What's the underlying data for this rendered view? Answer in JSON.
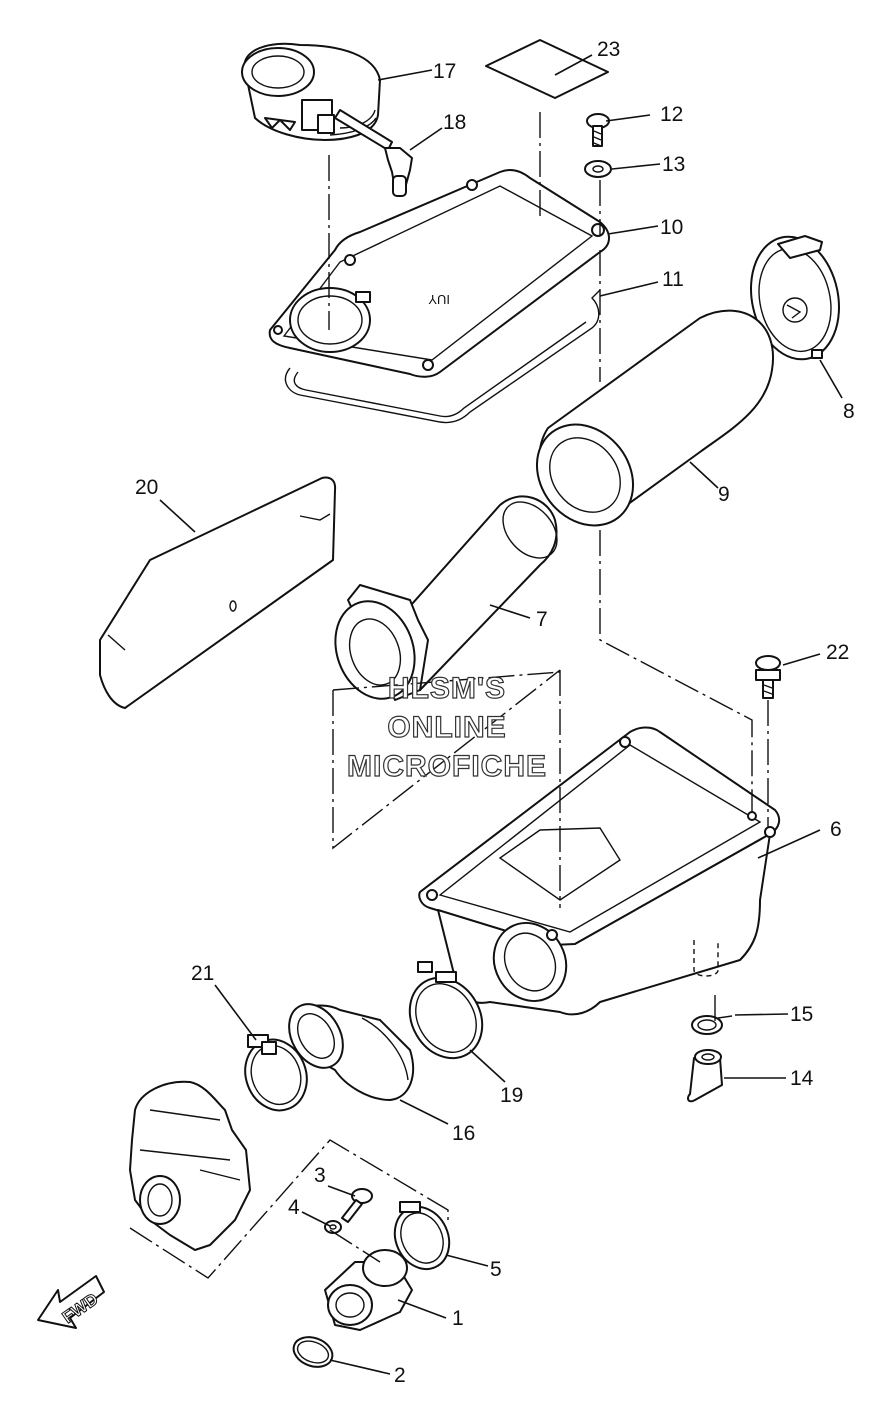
{
  "diagram": {
    "callouts": [
      {
        "id": "1",
        "label": "1"
      },
      {
        "id": "2",
        "label": "2"
      },
      {
        "id": "3",
        "label": "3"
      },
      {
        "id": "4",
        "label": "4"
      },
      {
        "id": "5",
        "label": "5"
      },
      {
        "id": "6",
        "label": "6"
      },
      {
        "id": "7",
        "label": "7"
      },
      {
        "id": "8",
        "label": "8"
      },
      {
        "id": "9",
        "label": "9"
      },
      {
        "id": "10",
        "label": "10"
      },
      {
        "id": "11",
        "label": "11"
      },
      {
        "id": "12",
        "label": "12"
      },
      {
        "id": "13",
        "label": "13"
      },
      {
        "id": "14",
        "label": "14"
      },
      {
        "id": "15",
        "label": "15"
      },
      {
        "id": "16",
        "label": "16"
      },
      {
        "id": "17",
        "label": "17"
      },
      {
        "id": "18",
        "label": "18"
      },
      {
        "id": "19",
        "label": "19"
      },
      {
        "id": "20",
        "label": "20"
      },
      {
        "id": "21",
        "label": "21"
      },
      {
        "id": "22",
        "label": "22"
      },
      {
        "id": "23",
        "label": "23"
      }
    ],
    "watermark": [
      "HLSM'S",
      "ONLINE",
      "MICROFICHE"
    ],
    "fwd_label": "FWD",
    "cover_marking": "IUY"
  }
}
